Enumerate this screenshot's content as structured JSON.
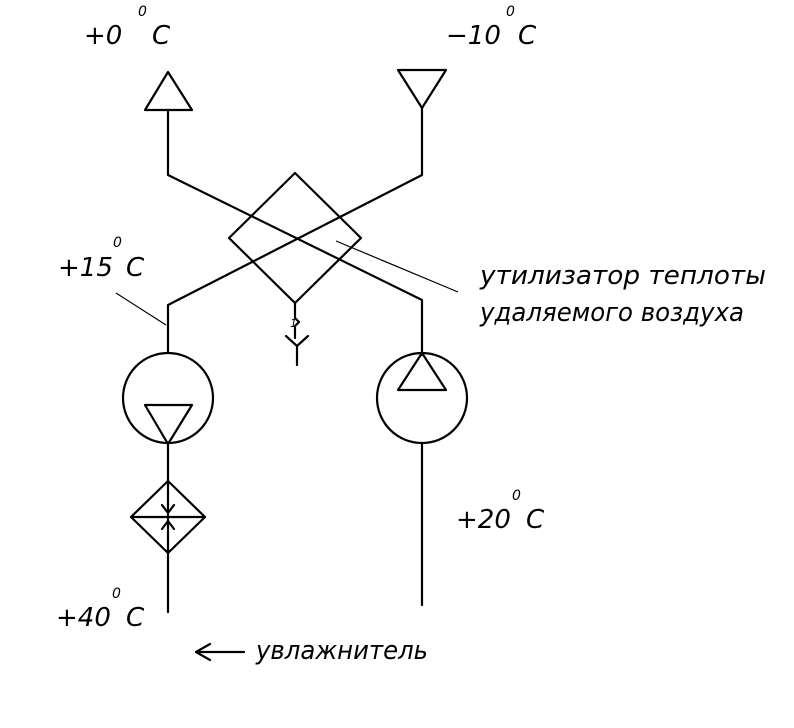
{
  "labels": {
    "exhaust_out_temp": {
      "value": "+0",
      "unit": "C",
      "degree": "0"
    },
    "outdoor_in_temp": {
      "value": "−10",
      "unit": "C",
      "degree": "0"
    },
    "after_recovery_temp": {
      "value": "+15",
      "unit": "C",
      "degree": "0"
    },
    "extract_temp": {
      "value": "+20",
      "unit": "C",
      "degree": "0"
    },
    "supply_temp": {
      "value": "+40",
      "unit": "C",
      "degree": "0"
    },
    "heat_recovery_line1": "утилизатор теплоты",
    "heat_recovery_line2": "удаляемого воздуха",
    "drain_mark": "1",
    "humidifier": "увлажнитель"
  },
  "colors": {
    "stroke": "#000000",
    "background": "#ffffff"
  }
}
